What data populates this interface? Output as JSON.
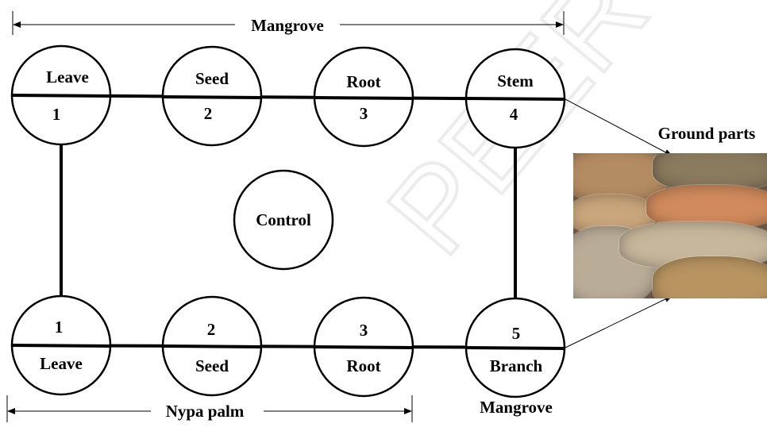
{
  "diagram": {
    "top_group_label": "Mangrove",
    "bottom_group_label": "Nypa palm",
    "bottom_right_label": "Mangrove",
    "center_node": "Control",
    "photo_caption": "Ground parts",
    "watermark": "PEER REVIEW",
    "top_row": [
      {
        "name": "Leave",
        "number": "1"
      },
      {
        "name": "Seed",
        "number": "2"
      },
      {
        "name": "Root",
        "number": "3"
      },
      {
        "name": "Stem",
        "number": "4"
      }
    ],
    "bottom_row": [
      {
        "name": "Leave",
        "number": "1"
      },
      {
        "name": "Seed",
        "number": "2"
      },
      {
        "name": "Root",
        "number": "3"
      },
      {
        "name": "Branch",
        "number": "5"
      }
    ]
  }
}
